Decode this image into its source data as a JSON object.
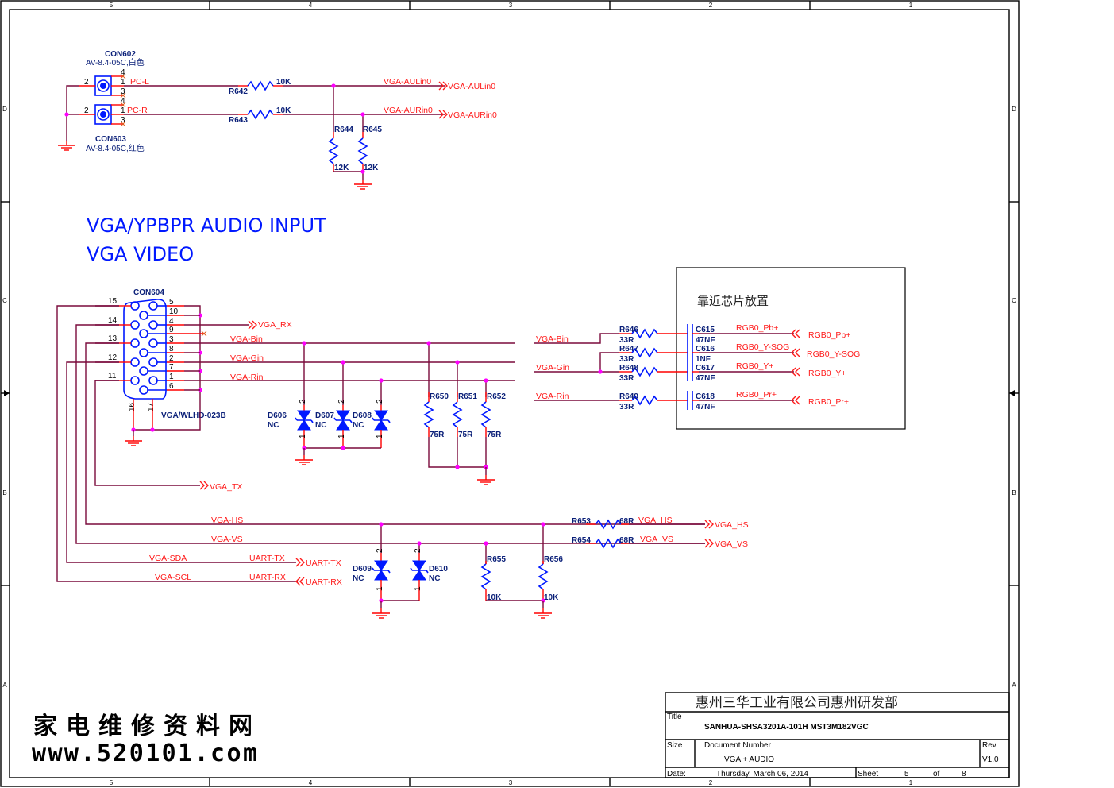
{
  "sheet": {
    "zones_top": [
      "5",
      "4",
      "3",
      "2",
      "1"
    ],
    "zones_side": [
      "D",
      "C",
      "B",
      "A"
    ]
  },
  "headings": {
    "line1": "VGA/YPBPR  AUDIO INPUT",
    "line2": "VGA VIDEO"
  },
  "audio": {
    "con602": {
      "ref": "CON602",
      "value": "AV-8.4-05C,白色",
      "pins": [
        "4",
        "1",
        "3",
        "2"
      ],
      "net": "PC-L"
    },
    "con603": {
      "ref": "CON603",
      "value": "AV-8.4-05C,红色",
      "pins": [
        "4",
        "1",
        "3",
        "2"
      ],
      "net": "PC-R"
    },
    "r642": {
      "ref": "R642",
      "value": "10K"
    },
    "r643": {
      "ref": "R643",
      "value": "10K"
    },
    "r644": {
      "ref": "R644",
      "value": "12K"
    },
    "r645": {
      "ref": "R645",
      "value": "12K"
    },
    "net_l": "VGA-AULin0",
    "net_r": "VGA-AURin0",
    "port_l": "VGA-AULin0",
    "port_r": "VGA-AURin0"
  },
  "vga": {
    "con604": {
      "ref": "CON604",
      "value": "VGA/WLHD-023B"
    },
    "left_pins": [
      "15",
      "14",
      "13",
      "12",
      "11"
    ],
    "right_pins": [
      "5",
      "10",
      "4",
      "9",
      "3",
      "8",
      "2",
      "7",
      "1",
      "6"
    ],
    "bottom_pins": [
      "16",
      "17"
    ],
    "port_rx": "VGA_RX",
    "port_tx": "VGA_TX",
    "net_bin": "VGA-Bin",
    "net_gin": "VGA-Gin",
    "net_rin": "VGA-Rin",
    "diodes": [
      {
        "ref": "D606",
        "value": "NC"
      },
      {
        "ref": "D607",
        "value": "NC"
      },
      {
        "ref": "D608",
        "value": "NC"
      }
    ],
    "diode_pins": [
      "2",
      "1"
    ],
    "term_res": [
      {
        "ref": "R650",
        "value": "75R"
      },
      {
        "ref": "R651",
        "value": "75R"
      },
      {
        "ref": "R652",
        "value": "75R"
      }
    ],
    "sync": {
      "net_hs": "VGA-HS",
      "net_vs": "VGA-VS",
      "net_sda": "VGA-SDA",
      "net_scl": "VGA-SCL",
      "uart_tx": "UART-TX",
      "uart_rx": "UART-RX",
      "port_uart_tx": "UART-TX",
      "port_uart_rx": "UART-RX",
      "d609": {
        "ref": "D609",
        "value": "NC"
      },
      "d610": {
        "ref": "D610",
        "value": "NC"
      },
      "r653": {
        "ref": "R653",
        "value": "68R"
      },
      "r654": {
        "ref": "R654",
        "value": "68R"
      },
      "r655": {
        "ref": "R655",
        "value": "10K"
      },
      "r656": {
        "ref": "R656",
        "value": "10K"
      },
      "out_hs": "VGA_HS",
      "out_vs": "VGA_VS",
      "port_hs": "VGA_HS",
      "port_vs": "VGA_VS"
    }
  },
  "chip_block": {
    "note": "靠近芯片放置",
    "in_bin": "VGA-Bin",
    "in_gin": "VGA-Gin",
    "in_rin": "VGA-Rin",
    "rows": [
      {
        "r": "R646",
        "rv": "33R",
        "c": "C615",
        "cv": "47NF",
        "net": "RGB0_Pb+",
        "port": "RGB0_Pb+"
      },
      {
        "r": "R647",
        "rv": "33R",
        "c": "C616",
        "cv": "1NF",
        "net": "RGB0_Y-SOG",
        "port": "RGB0_Y-SOG"
      },
      {
        "r": "R648",
        "rv": "33R",
        "c": "C617",
        "cv": "47NF",
        "net": "RGB0_Y+",
        "port": "RGB0_Y+"
      },
      {
        "r": "R649",
        "rv": "33R",
        "c": "C618",
        "cv": "47NF",
        "net": "RGB0_Pr+",
        "port": "RGB0_Pr+"
      }
    ]
  },
  "title_block": {
    "company": "惠州三华工业有限公司惠州研发部",
    "title_label": "Title",
    "title": "SANHUA-SHSA3201A-101H MST3M182VGC",
    "size_label": "Size",
    "docnum_label": "Document Number",
    "docnum": "VGA + AUDIO",
    "rev_label": "Rev",
    "rev": "V1.0",
    "date_label": "Date:",
    "date": "Thursday, March 06, 2014",
    "sheet_label": "Sheet",
    "sheet": "5",
    "of_label": "of",
    "total": "8"
  },
  "watermark": {
    "line1": "家电维修资料网",
    "line2": "www.520101.com"
  }
}
